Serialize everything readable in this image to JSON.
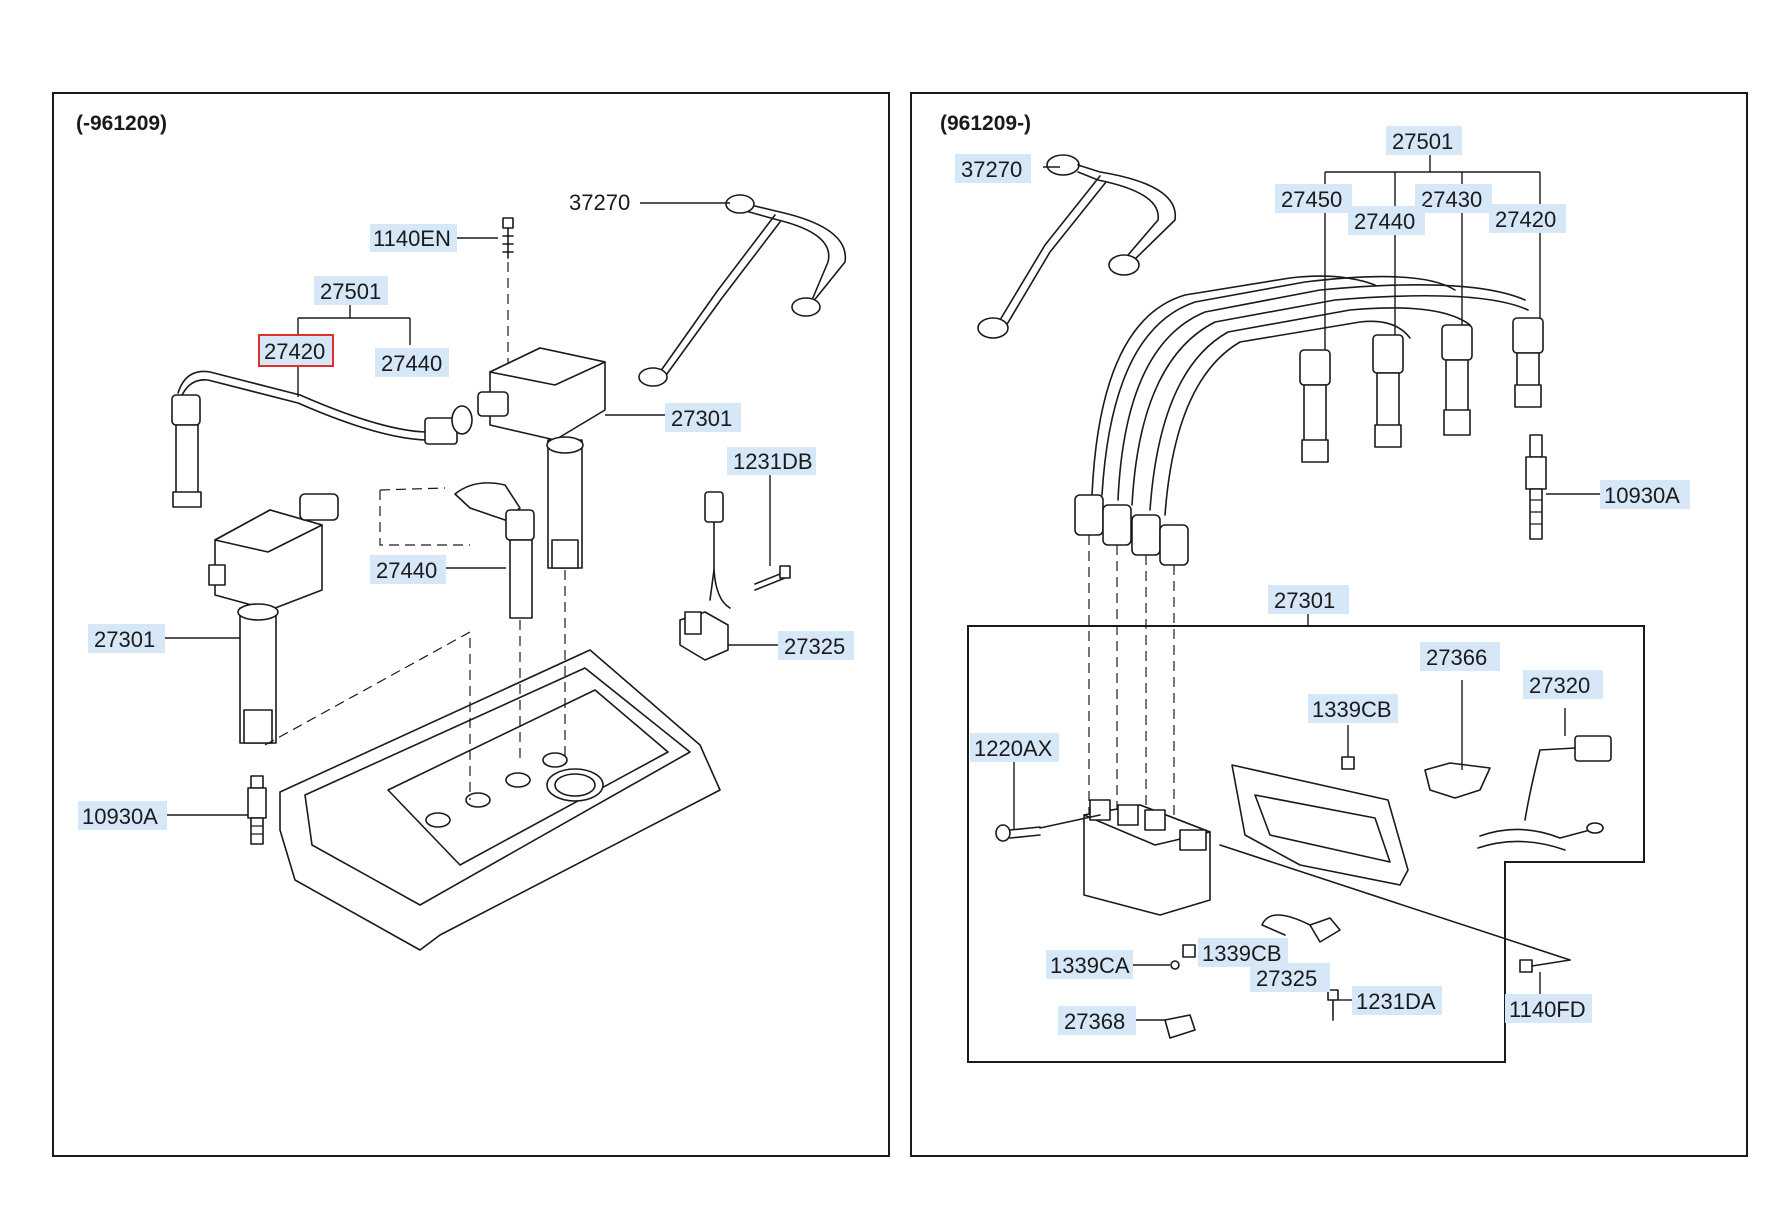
{
  "left_panel": {
    "period": "(-961209)",
    "labels": {
      "l_37270": "37270",
      "l_1140en": "1140EN",
      "l_27501": "27501",
      "l_27420": "27420",
      "l_27440a": "27440",
      "l_27301a": "27301",
      "l_1231db": "1231DB",
      "l_27440b": "27440",
      "l_27325": "27325",
      "l_27301b": "27301",
      "l_10930a": "10930A"
    }
  },
  "right_panel": {
    "period": "(961209-)",
    "labels": {
      "r_37270": "37270",
      "r_27501": "27501",
      "r_27450": "27450",
      "r_27430": "27430",
      "r_27440": "27440",
      "r_27420": "27420",
      "r_10930a": "10930A",
      "r_27301": "27301",
      "r_27366": "27366",
      "r_27320": "27320",
      "r_1339cb_a": "1339CB",
      "r_1220ax": "1220AX",
      "r_1339ca": "1339CA",
      "r_1339cb_b": "1339CB",
      "r_27325": "27325",
      "r_1231da": "1231DA",
      "r_1140fd": "1140FD",
      "r_27368": "27368"
    }
  },
  "highlighted_part": "27420",
  "colors": {
    "label_highlight": "#d6e7f7",
    "selected_box": "#e0302a",
    "line": "#1a1a1a"
  }
}
